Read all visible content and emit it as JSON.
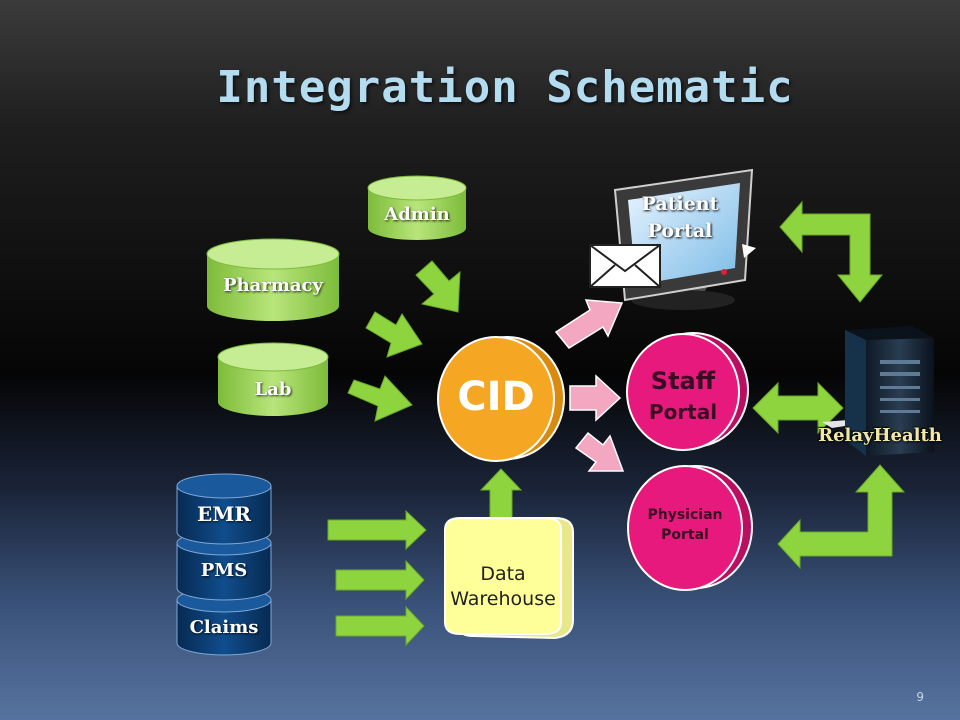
{
  "title": "Integration Schematic",
  "page_number": "9",
  "nodes": {
    "admin": "Admin",
    "pharmacy": "Pharmacy",
    "lab": "Lab",
    "cid": "CID",
    "emr": "EMR",
    "pms": "PMS",
    "claims": "Claims",
    "data_warehouse_line1": "Data",
    "data_warehouse_line2": "Warehouse",
    "patient_portal_line1": "Patient",
    "patient_portal_line2": "Portal",
    "staff_portal_line1": "Staff",
    "staff_portal_line2": "Portal",
    "physician_portal_line1": "Physician",
    "physician_portal_line2": "Portal",
    "relayhealth": "RelayHealth"
  },
  "colors": {
    "source_db_green": "#a6d96a",
    "legacy_db_blue": "#0b3a6e",
    "cid_orange": "#f5a623",
    "portal_pink": "#e8197d",
    "warehouse_yellow": "#ffff99",
    "arrow_green": "#8ed43f",
    "arrow_pink": "#f4a7c0",
    "title_blue": "#b4dcf0"
  },
  "icons": [
    "monitor-icon",
    "envelope-icon",
    "server-tower-icon"
  ]
}
